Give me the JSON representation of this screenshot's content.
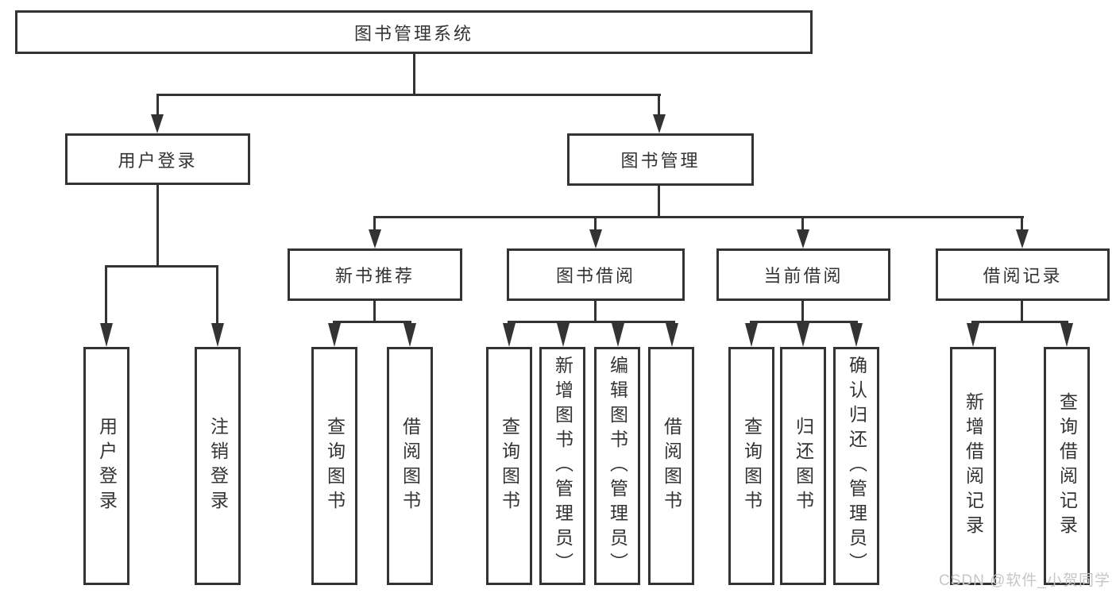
{
  "diagram": {
    "title": "图书管理系统",
    "level2": {
      "user_login": "用户登录",
      "book_mgmt": "图书管理"
    },
    "level3": {
      "new_books": "新书推荐",
      "book_borrow": "图书借阅",
      "current_borrow": "当前借阅",
      "borrow_records": "借阅记录"
    },
    "leaves": {
      "login_user": "用户登录",
      "login_logout": "注销登录",
      "nb_query": "查询图书",
      "nb_borrow": "借阅图书",
      "bb_query": "查询图书",
      "bb_add": "新增图书（管理员）",
      "bb_edit": "编辑图书（管理员）",
      "bb_borrow": "借阅图书",
      "cb_query": "查询图书",
      "cb_return": "归还图书",
      "cb_confirm": "确认归还（管理员）",
      "br_add": "新增借阅记录",
      "br_query": "查询借阅记录"
    },
    "watermark": "CSDN @软件_小贺同学",
    "colors": {
      "line": "#333333",
      "text": "#333333",
      "background": "#ffffff",
      "watermark": "#c6c6c6"
    }
  }
}
